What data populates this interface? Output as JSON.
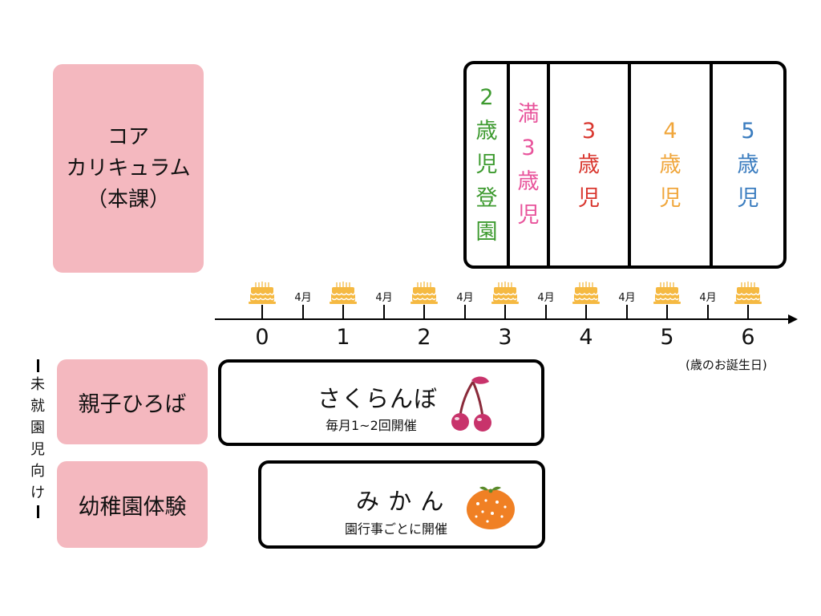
{
  "core": {
    "line1": "コア",
    "line2": "カリキュラム",
    "line3": "（本課）"
  },
  "age_columns": [
    {
      "chars": [
        "2",
        "歳",
        "児",
        "登",
        "園"
      ],
      "color": "#3d9a2f"
    },
    {
      "chars": [
        "満",
        "3",
        "歳",
        "児"
      ],
      "color": "#e8539b"
    },
    {
      "chars": [
        "3",
        "歳",
        "児"
      ],
      "color": "#d9372f"
    },
    {
      "chars": [
        "4",
        "歳",
        "児"
      ],
      "color": "#f0a63b"
    },
    {
      "chars": [
        "5",
        "歳",
        "児"
      ],
      "color": "#3a7cbf"
    }
  ],
  "axis": {
    "ticks": [
      "0",
      "1",
      "2",
      "3",
      "4",
      "5",
      "6"
    ],
    "april_label": "4月",
    "note": "(歳のお誕生日)",
    "cake_icon": "birthday-cake-icon"
  },
  "side_label": {
    "chars": [
      "未",
      "就",
      "園",
      "児",
      "向",
      "け"
    ]
  },
  "left_labels": {
    "hiroba": "親子ひろば",
    "taiken": "幼稚園体験"
  },
  "programs": {
    "sakuranbo": {
      "name": "さくらんぼ",
      "detail": "毎月1~2回開催",
      "icon": "cherry-icon"
    },
    "mikan": {
      "name": "み か ん",
      "detail": "園行事ごとに開催",
      "icon": "tangerine-icon"
    }
  },
  "colors": {
    "label_bg": "#f4b8bf",
    "cake": "#f5b942",
    "cherry": "#c8336b",
    "cherry_stem": "#8a2a3a",
    "tangerine": "#f08024"
  }
}
